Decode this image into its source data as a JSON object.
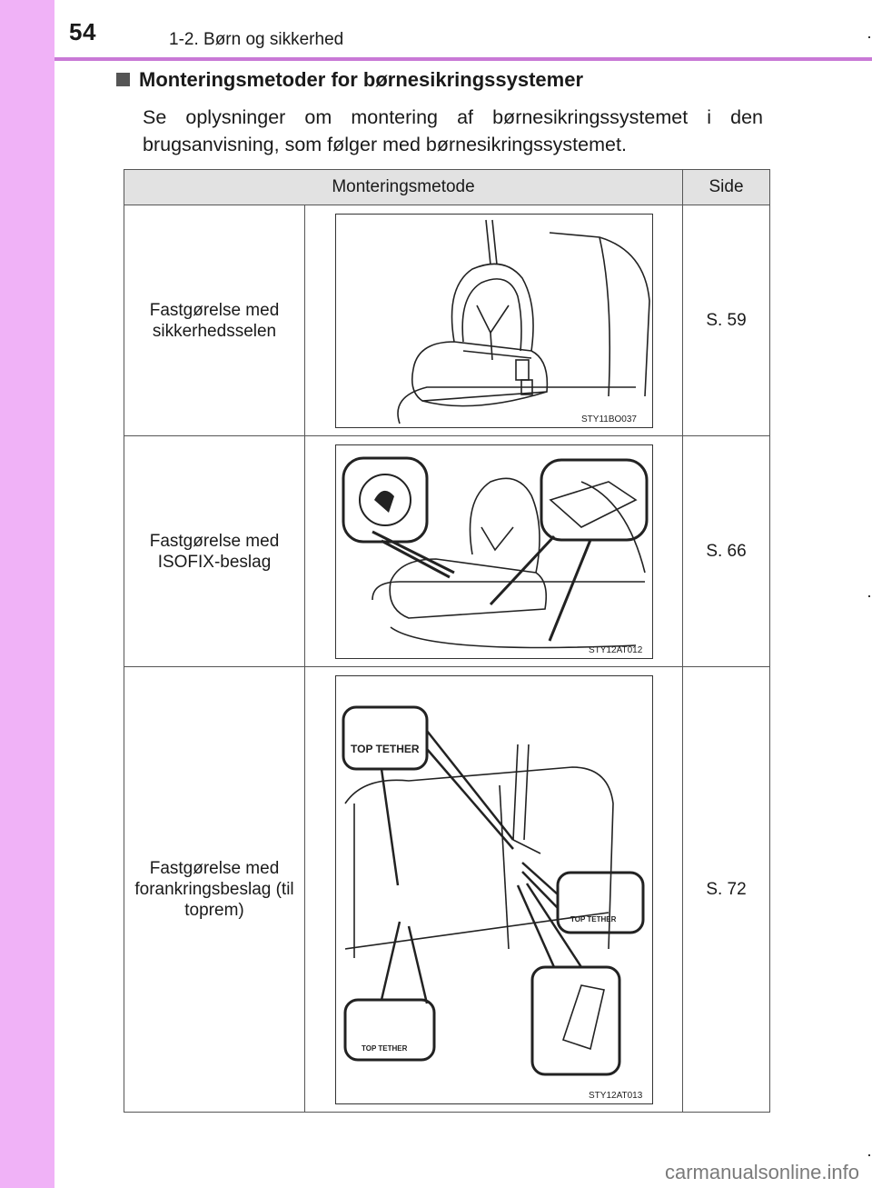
{
  "header": {
    "page_number": "54",
    "chapter_title": "1-2. Børn og sikkerhed"
  },
  "section": {
    "heading": "Monteringsmetoder for børnesikringssystemer",
    "intro_text": "Se oplysninger om montering af børnesikringssystemet i den brugsanvisning, som følger med børnesikringssystemet."
  },
  "table": {
    "headers": [
      "Monteringsmetode",
      "Side"
    ],
    "rows": [
      {
        "method": "Fastgørelse med sikkerhedsselen",
        "figure_code": "STY11BO037",
        "page": "S. 59"
      },
      {
        "method": "Fastgørelse med ISOFIX-beslag",
        "figure_code": "STY12AT012",
        "page": "S. 66"
      },
      {
        "method": "Fastgørelse med forankringsbeslag (til toprem)",
        "figure_code": "STY12AT013",
        "page": "S. 72"
      }
    ]
  },
  "figure_labels": {
    "top_tether": "TOP TETHER"
  },
  "footer": {
    "watermark": "carmanualsonline.info"
  },
  "colors": {
    "sidebar": "#f0b2f7",
    "header_rule": "#c979d6",
    "table_header_bg": "#e2e2e2"
  }
}
